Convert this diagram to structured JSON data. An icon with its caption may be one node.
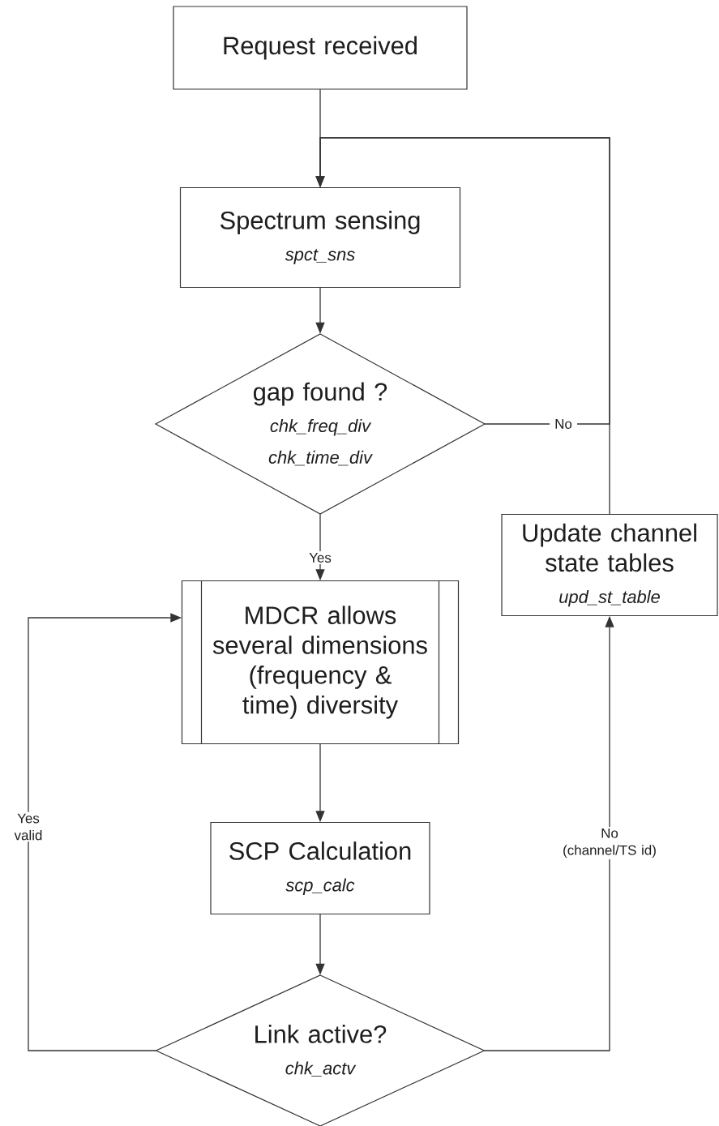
{
  "diagram": {
    "nodes": [
      {
        "text": [
          "Request received"
        ]
      },
      {
        "text": [
          "Spectrum sensing",
          "spct_sns"
        ]
      },
      {
        "text": [
          "gap found ?",
          "chk_freq_div",
          "chk_time_div"
        ]
      },
      {
        "text": [
          "MDCR allows several dimensions (frequency & time) diversity"
        ]
      },
      {
        "text": [
          "SCP Calculation",
          "scp_calc"
        ]
      },
      {
        "text": [
          "Link active?",
          "chk_actv"
        ]
      },
      {
        "text": [
          "Update channel state tables",
          "upd_st_table"
        ]
      }
    ],
    "edges": [
      {
        "from": 0,
        "to": 1,
        "arrow": "to"
      },
      {
        "from": 1,
        "to": 2,
        "arrow": "to"
      },
      {
        "from": 2,
        "to": 3,
        "arrow": "to",
        "label": "Yes"
      },
      {
        "from": 2,
        "to": 1,
        "arrow": "to",
        "label": "No"
      },
      {
        "from": 3,
        "to": 4,
        "arrow": "to"
      },
      {
        "from": 4,
        "to": 5,
        "arrow": "to"
      },
      {
        "from": 5,
        "to": 3,
        "arrow": "to",
        "label": "Yes valid"
      },
      {
        "from": 5,
        "to": 6,
        "arrow": "to",
        "label": "No (channel/TS id)"
      },
      {
        "from": 6,
        "to": 1,
        "arrow": "to"
      }
    ]
  }
}
